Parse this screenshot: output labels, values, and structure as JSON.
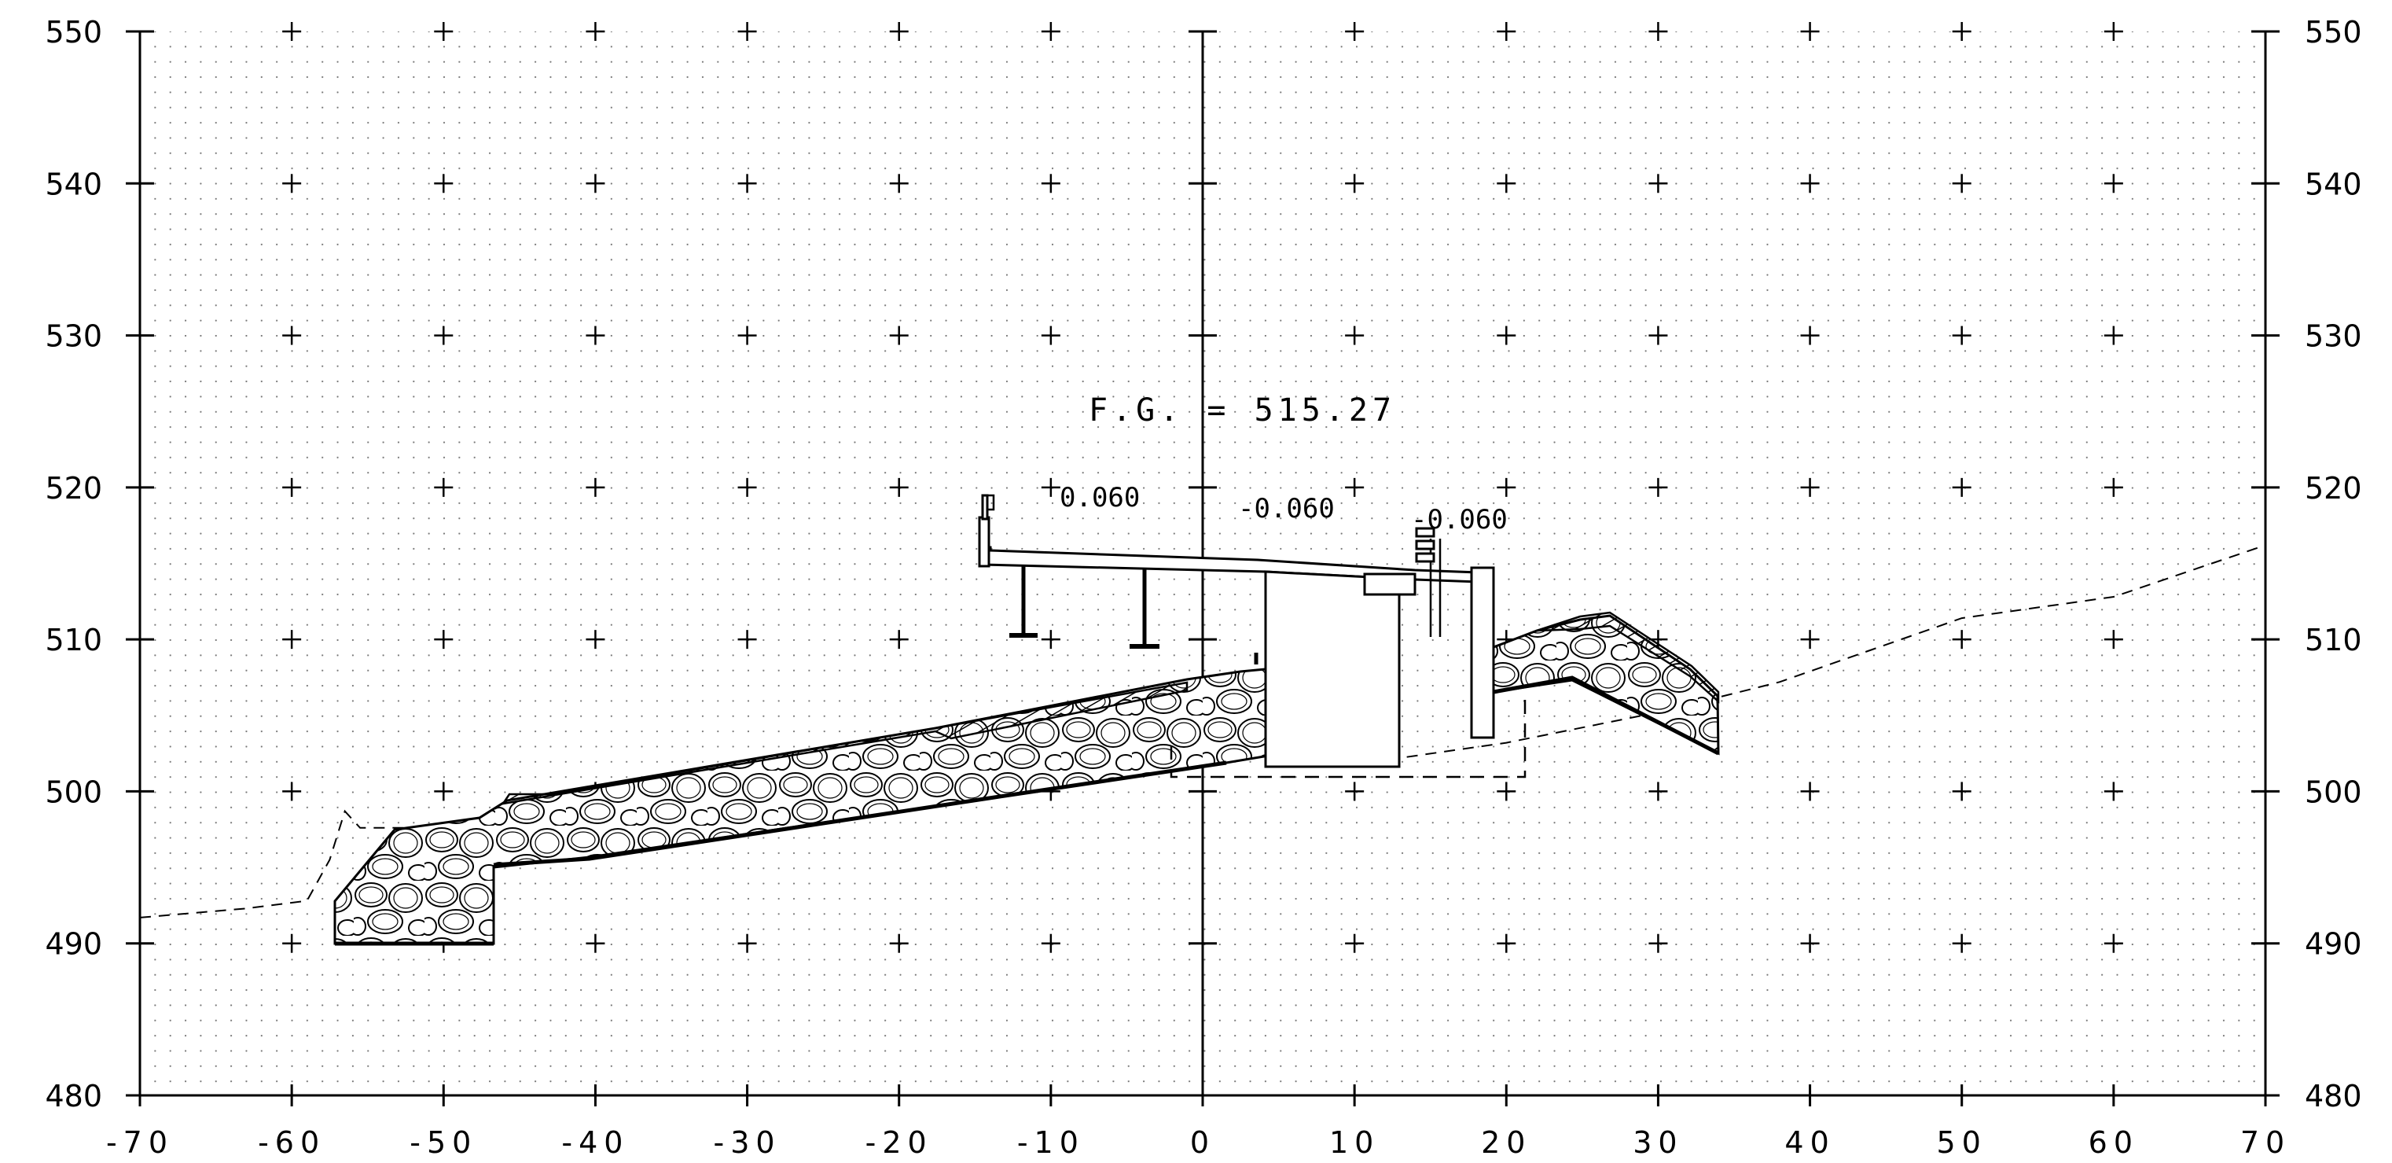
{
  "drawing": {
    "grade_label": "F.G. = 515.27",
    "slope_labels": [
      "0.060",
      "-0.060",
      "-0.060"
    ],
    "x_ticks": [
      "-70",
      "-60",
      "-50",
      "-40",
      "-30",
      "-20",
      "-10",
      "0",
      "10",
      "20",
      "30",
      "40",
      "50",
      "60",
      "70"
    ],
    "y_ticks": [
      "550",
      "540",
      "530",
      "520",
      "510",
      "500",
      "490",
      "480"
    ],
    "x_range": [
      -70,
      70
    ],
    "y_range": [
      480,
      550
    ],
    "existing_ground": [
      [
        -70,
        491.7
      ],
      [
        -63,
        492.3
      ],
      [
        -59,
        492.8
      ],
      [
        -57.5,
        495.5
      ],
      [
        -56.5,
        498.7
      ],
      [
        -55.5,
        497.6
      ],
      [
        -50,
        497.6
      ],
      [
        -46,
        497.8
      ],
      [
        -40,
        498.7
      ],
      [
        -30,
        499.2
      ],
      [
        -20,
        500.1
      ],
      [
        -10,
        501.2
      ],
      [
        0,
        502.6
      ],
      [
        10,
        502.4
      ],
      [
        13,
        502.2
      ],
      [
        20,
        503.2
      ],
      [
        30,
        505.2
      ],
      [
        38,
        507.2
      ],
      [
        50,
        511.4
      ],
      [
        60,
        512.8
      ],
      [
        70,
        516.2
      ]
    ]
  }
}
